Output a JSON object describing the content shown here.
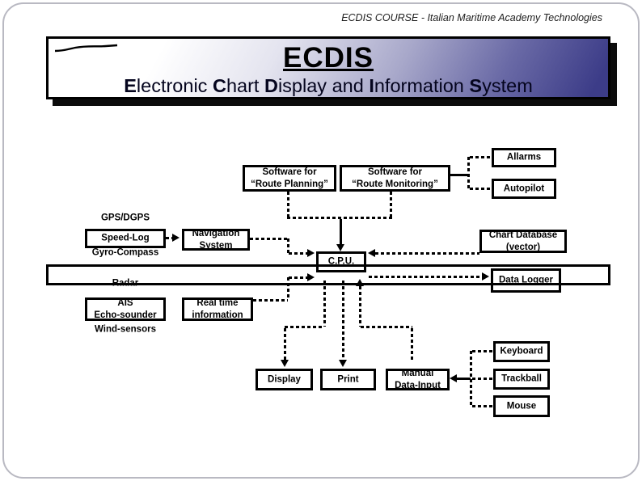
{
  "slide": {
    "credit": "ECDIS COURSE - Italian Maritime Academy Technologies"
  },
  "banner": {
    "title": "ECDIS",
    "subtitle_segments": [
      {
        "text": "E",
        "bold": true
      },
      {
        "text": "lectronic ",
        "bold": false
      },
      {
        "text": "C",
        "bold": true
      },
      {
        "text": "hart ",
        "bold": false
      },
      {
        "text": "D",
        "bold": true
      },
      {
        "text": "isplay and ",
        "bold": false
      },
      {
        "text": "I",
        "bold": true
      },
      {
        "text": "nformation ",
        "bold": false
      },
      {
        "text": "S",
        "bold": true
      },
      {
        "text": "ystem",
        "bold": false
      }
    ]
  },
  "colors": {
    "banner_light": "#ffffff",
    "banner_dark": "#3c3c88",
    "line": "#000000",
    "background": "#ffffff"
  },
  "diagram": {
    "nodes": [
      {
        "id": "sw_planning",
        "boxed": true,
        "lines": [
          "Software for",
          "“Route Planning”"
        ]
      },
      {
        "id": "sw_monitoring",
        "boxed": true,
        "lines": [
          "Software for",
          "“Route Monitoring”"
        ]
      },
      {
        "id": "allarms",
        "boxed": true,
        "lines": [
          "Allarms"
        ]
      },
      {
        "id": "autopilot",
        "boxed": true,
        "lines": [
          "Autopilot"
        ]
      },
      {
        "id": "gps_dgps",
        "boxed": false,
        "lines": [
          "GPS/DGPS"
        ]
      },
      {
        "id": "speed_log",
        "boxed": true,
        "lines": [
          "Speed-Log"
        ]
      },
      {
        "id": "gyro_compass",
        "boxed": false,
        "lines": [
          "Gyro-Compass"
        ]
      },
      {
        "id": "nav_system",
        "boxed": true,
        "lines": [
          "Navigation",
          "System"
        ]
      },
      {
        "id": "cpu",
        "boxed": true,
        "lines": [
          "C.P.U."
        ]
      },
      {
        "id": "chart_db",
        "boxed": true,
        "lines": [
          "Chart Database",
          "(vector)"
        ]
      },
      {
        "id": "bus",
        "boxed": true,
        "lines": []
      },
      {
        "id": "data_logger",
        "boxed": true,
        "lines": [
          "Data Logger"
        ]
      },
      {
        "id": "radar",
        "boxed": false,
        "lines": [
          "Radar"
        ]
      },
      {
        "id": "ais_echo",
        "boxed": true,
        "lines": [
          "AIS",
          "Echo-sounder"
        ]
      },
      {
        "id": "realtime",
        "boxed": true,
        "lines": [
          "Real time",
          "information"
        ]
      },
      {
        "id": "wind_sensors",
        "boxed": false,
        "lines": [
          "Wind-sensors"
        ]
      },
      {
        "id": "keyboard",
        "boxed": true,
        "lines": [
          "Keyboard"
        ]
      },
      {
        "id": "display",
        "boxed": true,
        "lines": [
          "Display"
        ]
      },
      {
        "id": "print",
        "boxed": true,
        "lines": [
          "Print"
        ]
      },
      {
        "id": "manual",
        "boxed": true,
        "lines": [
          "Manual",
          "Data-Input"
        ]
      },
      {
        "id": "trackball",
        "boxed": true,
        "lines": [
          "Trackball"
        ]
      },
      {
        "id": "mouse",
        "boxed": true,
        "lines": [
          "Mouse"
        ]
      }
    ],
    "connections": [
      {
        "from": "sw_monitoring",
        "to": "allarms",
        "style": "solid-then-dashed",
        "arrow": "none"
      },
      {
        "from": "sw_monitoring",
        "to": "autopilot",
        "style": "solid-then-dashed",
        "arrow": "none"
      },
      {
        "from": "sw_planning",
        "to": "cpu",
        "style": "dashed-then-solid",
        "arrow": "into-cpu"
      },
      {
        "from": "sw_monitoring",
        "to": "cpu",
        "style": "dashed-then-solid",
        "arrow": "into-cpu"
      },
      {
        "from": "speed_log",
        "to": "nav_system",
        "style": "dashed",
        "arrow": "into-nav_system"
      },
      {
        "from": "nav_system",
        "to": "cpu",
        "style": "dashed",
        "arrow": "into-cpu"
      },
      {
        "from": "chart_db",
        "to": "cpu",
        "style": "dashed",
        "arrow": "into-cpu"
      },
      {
        "from": "ais_echo",
        "to": "realtime",
        "style": "dashed",
        "arrow": "into-realtime"
      },
      {
        "from": "realtime",
        "to": "cpu",
        "style": "dashed",
        "arrow": "into-cpu"
      },
      {
        "from": "cpu",
        "to": "data_logger",
        "style": "dashed",
        "arrow": "into-data_logger"
      },
      {
        "from": "cpu",
        "to": "display",
        "style": "dashed",
        "arrow": "into-display"
      },
      {
        "from": "cpu",
        "to": "print",
        "style": "dashed",
        "arrow": "into-print"
      },
      {
        "from": "manual",
        "to": "cpu",
        "style": "dashed",
        "arrow": "into-cpu"
      },
      {
        "from": "keyboard",
        "to": "manual",
        "style": "dashed",
        "arrow": "none"
      },
      {
        "from": "trackball",
        "to": "manual",
        "style": "dashed-then-solid",
        "arrow": "into-manual"
      },
      {
        "from": "mouse",
        "to": "manual",
        "style": "dashed",
        "arrow": "none"
      }
    ]
  }
}
